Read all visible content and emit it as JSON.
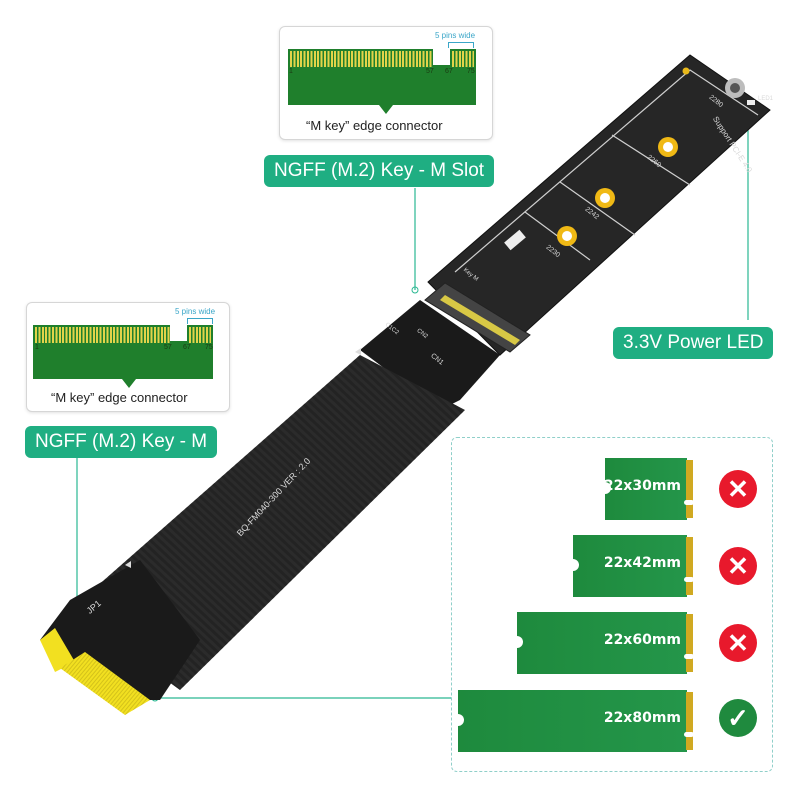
{
  "top_connector_card": {
    "pins_wide_label": "5 pins wide",
    "pin_numbers": [
      "1",
      "57",
      "67",
      "75"
    ],
    "caption": "“M key”  edge connector"
  },
  "left_connector_card": {
    "pins_wide_label": "5 pins wide",
    "pin_numbers": [
      "1",
      "57",
      "67",
      "75"
    ],
    "caption": "“M key”  edge connector"
  },
  "labels": {
    "slot": "NGFF (M.2) Key - M Slot",
    "key_m": "NGFF (M.2) Key - M",
    "led": "3.3V Power LED"
  },
  "board": {
    "cable_print": "BQ-FM040-300   VER : 2.0",
    "support_text": "Support PCI-E 4.0",
    "mount_labels": [
      "2230",
      "2242",
      "2260",
      "2280"
    ],
    "led_label": "LED1",
    "connector_label": "CN1",
    "cap_label": "C1C2",
    "cn_label": "CN2",
    "key_label": "Key M",
    "jp_label": "JP1"
  },
  "compatibility": {
    "colors": {
      "incompatible": "#e8192c",
      "compatible": "#1f8a3e",
      "ssd": "#1e8a3d",
      "gold": "#d0a921",
      "accent": "#1fae82"
    },
    "items": [
      {
        "size": "22x30mm",
        "status": "incompatible",
        "icon": "x-circle-icon"
      },
      {
        "size": "22x42mm",
        "status": "incompatible",
        "icon": "x-circle-icon"
      },
      {
        "size": "22x60mm",
        "status": "incompatible",
        "icon": "x-circle-icon"
      },
      {
        "size": "22x80mm",
        "status": "compatible",
        "icon": "check-circle-icon"
      }
    ]
  }
}
